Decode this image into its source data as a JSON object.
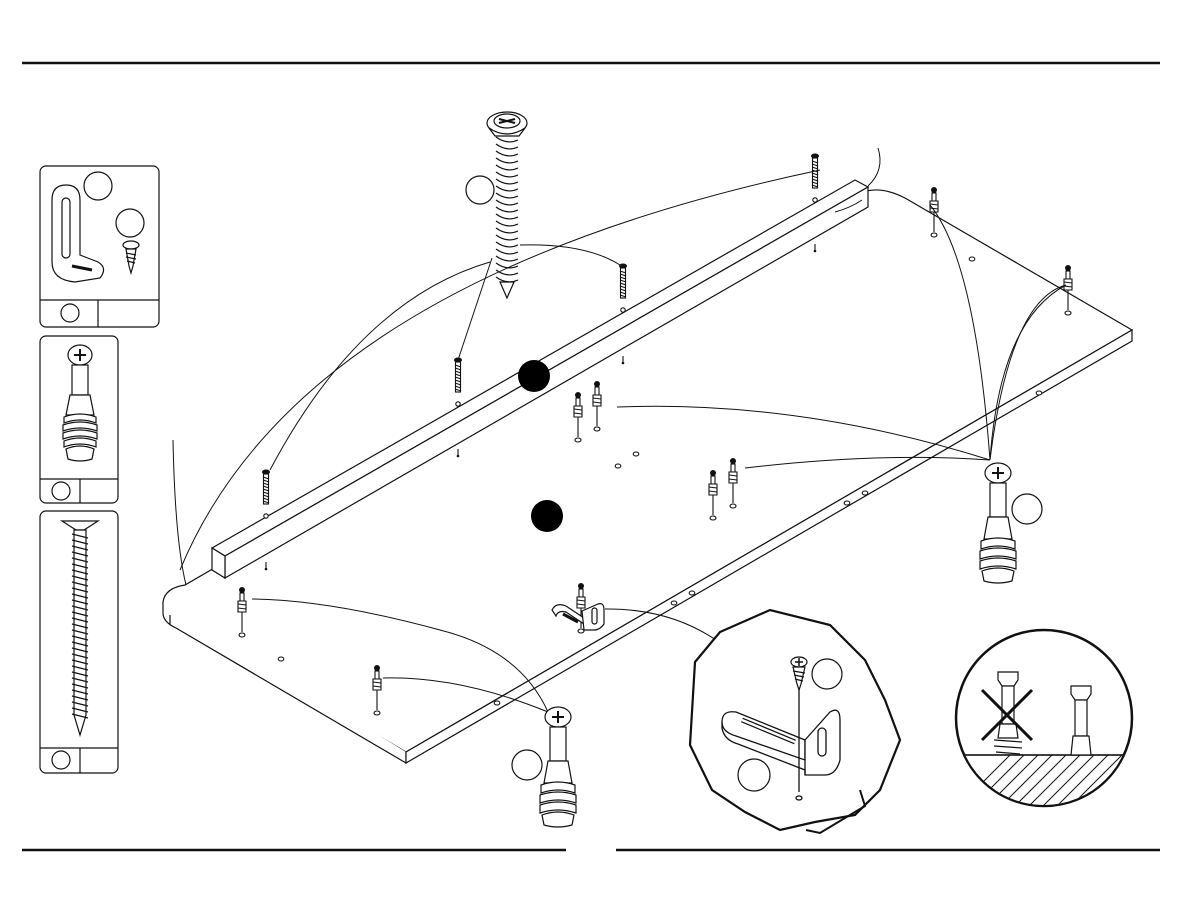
{
  "page": {
    "title": "",
    "step_number": "",
    "page_number": ""
  },
  "parts_legend": [
    {
      "id": "bracket-with-screw",
      "part_letter": "",
      "screw_letter": "",
      "quantity": "",
      "icon": "l-bracket-icon"
    },
    {
      "id": "cam-bolt",
      "part_letter": "",
      "quantity": "",
      "icon": "cam-bolt-icon"
    },
    {
      "id": "long-screw",
      "part_letter": "",
      "quantity": "",
      "icon": "long-screw-icon"
    }
  ],
  "callouts": {
    "long_screw_label": "",
    "cam_bolt_right_label": "",
    "cam_bolt_bottom_label": "",
    "detail_screw_label": "",
    "detail_bracket_label": ""
  },
  "panels": {
    "top_marker": "",
    "bottom_marker": ""
  },
  "warning_detail": {
    "wrong_icon": "x-mark-icon",
    "right_icon": "cam-bolt-icon"
  },
  "colors": {
    "line": "#111111",
    "fill": "#ffffff",
    "marker": "#000000"
  }
}
